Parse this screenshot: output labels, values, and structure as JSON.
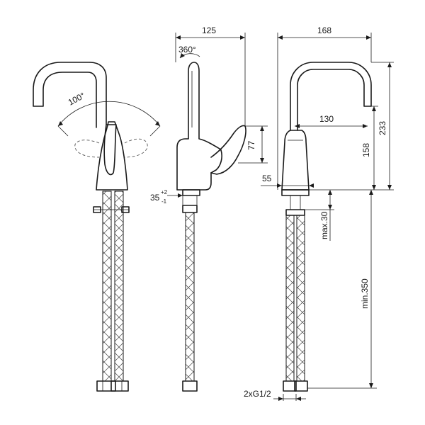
{
  "views": {
    "front": {
      "swivel_angle": "100°"
    },
    "side": {
      "rotation": "360°",
      "overall_depth": "125",
      "lever_height": "77",
      "deck_thickness_base": "35",
      "deck_thickness_sup": "+2",
      "deck_thickness_sub": "-1"
    },
    "end": {
      "overall_reach": "168",
      "spout_reach": "130",
      "total_height": "233",
      "spout_outlet_height": "158",
      "base_diameter": "55",
      "max_deck": "max.30",
      "min_hose": "min.350",
      "connection": "2xG1/2"
    }
  },
  "colors": {
    "line": "#1a1a1a",
    "background": "#ffffff"
  }
}
